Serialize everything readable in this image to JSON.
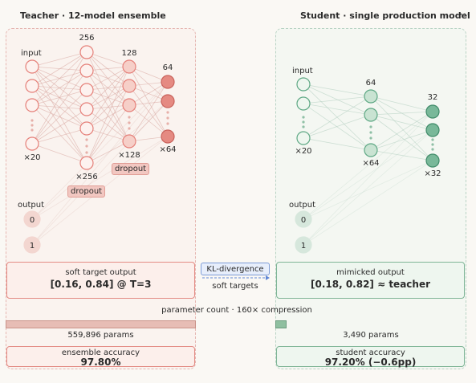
{
  "teacher": {
    "title": "Teacher · 12-model ensemble",
    "layers": {
      "input_label": "input",
      "input_count": "×20",
      "h1_label": "256",
      "h1_count": "×256",
      "h2_label": "128",
      "h2_count": "×128",
      "h3_label": "64",
      "h3_count": "×64",
      "dropout1": "dropout",
      "dropout2": "dropout",
      "output_label": "output",
      "out0": "0",
      "out1": "1"
    },
    "soft_box": {
      "line1": "soft target output",
      "line2": "[0.16, 0.84] @ T=3"
    },
    "params": "559,896 params",
    "param_value": 559896,
    "accuracy_label": "ensemble accuracy",
    "accuracy_value": "97.80%"
  },
  "student": {
    "title": "Student · single production model",
    "layers": {
      "input_label": "input",
      "input_count": "×20",
      "h1_label": "64",
      "h1_count": "×64",
      "h2_label": "32",
      "h2_count": "×32",
      "output_label": "output",
      "out0": "0",
      "out1": "1"
    },
    "mimic_box": {
      "line1": "mimicked output",
      "line2": "[0.18, 0.82] ≈ teacher"
    },
    "params": "3,490 params",
    "param_value": 3490,
    "accuracy_label": "student accuracy",
    "accuracy_value": "97.20% (−0.6pp)"
  },
  "link": {
    "kl_label": "KL-divergence",
    "soft_label": "soft targets"
  },
  "param_caption": "parameter count · 160× compression",
  "more_icon": "more-icon",
  "colors": {
    "teacher_node": "#e57f78",
    "teacher_node_fill": "#fdf2ef",
    "student_node": "#5ea884",
    "student_node_fill": "#eef6ef",
    "student_node_strong": "#79b899"
  }
}
